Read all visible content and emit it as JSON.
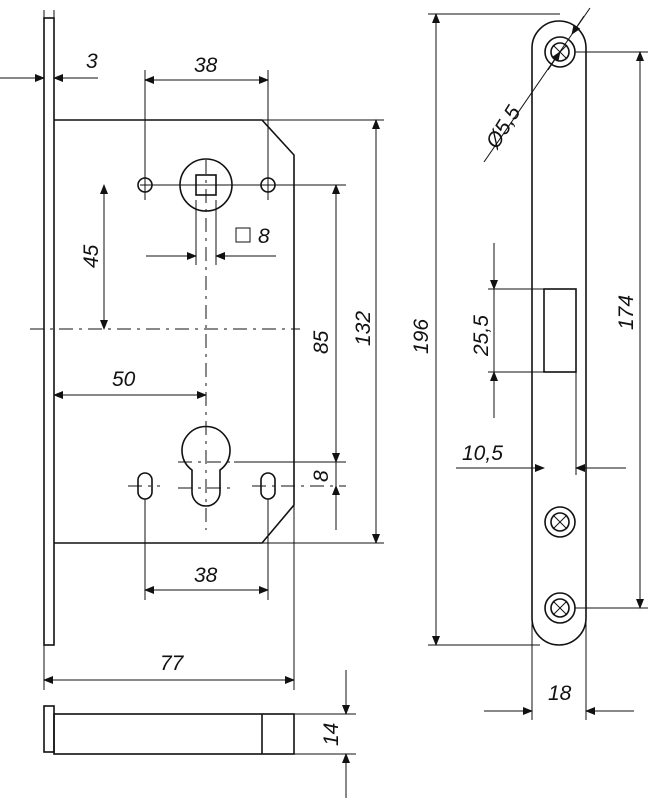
{
  "dimensions": {
    "faceplate_thickness": "3",
    "handle_holes_spacing_top": "38",
    "spindle_square": "8",
    "spindle_to_latch": "45",
    "backset": "50",
    "center_distance": "85",
    "body_height": "132",
    "overall_height": "196",
    "cylinder_slot": "8",
    "cylinder_holes_spacing": "38",
    "body_depth": "77",
    "bolt_thickness": "14",
    "screw_hole_diameter": "Ø5,5",
    "strike_screw_spacing": "174",
    "strike_window_height": "25,5",
    "strike_window_offset": "10,5",
    "strike_width": "18"
  }
}
